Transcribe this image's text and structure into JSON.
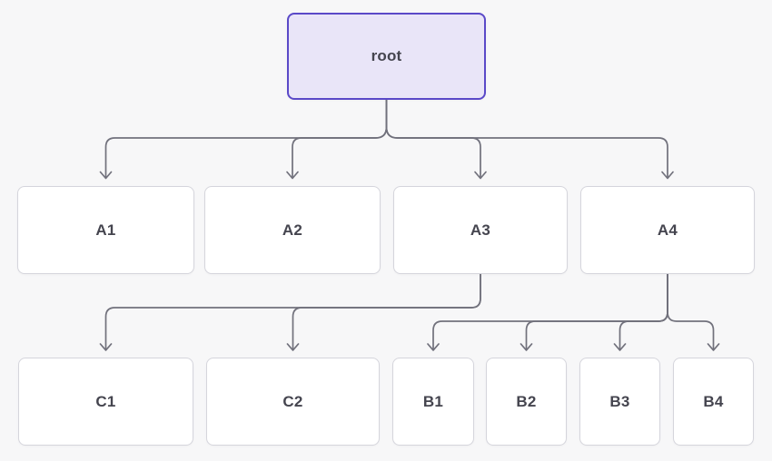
{
  "colors": {
    "page-bg": "#f7f7f8",
    "node-bg": "#ffffff",
    "node-border": "#d5d5dc",
    "node-text": "#45454f",
    "root-bg": "#e9e5f8",
    "root-border": "#5a49c8",
    "link": "#71717c"
  },
  "diagram": {
    "type": "tree",
    "nodes": {
      "root": {
        "label": "root"
      },
      "a1": {
        "label": "A1"
      },
      "a2": {
        "label": "A2"
      },
      "a3": {
        "label": "A3"
      },
      "a4": {
        "label": "A4"
      },
      "c1": {
        "label": "C1"
      },
      "c2": {
        "label": "C2"
      },
      "b1": {
        "label": "B1"
      },
      "b2": {
        "label": "B2"
      },
      "b3": {
        "label": "B3"
      },
      "b4": {
        "label": "B4"
      }
    },
    "edges": [
      {
        "from": "root",
        "to": "A1"
      },
      {
        "from": "root",
        "to": "A2"
      },
      {
        "from": "root",
        "to": "A3"
      },
      {
        "from": "root",
        "to": "A4"
      },
      {
        "from": "A3",
        "to": "C1"
      },
      {
        "from": "A3",
        "to": "C2"
      },
      {
        "from": "A4",
        "to": "B1"
      },
      {
        "from": "A4",
        "to": "B2"
      },
      {
        "from": "A4",
        "to": "B3"
      },
      {
        "from": "A4",
        "to": "B4"
      }
    ]
  }
}
